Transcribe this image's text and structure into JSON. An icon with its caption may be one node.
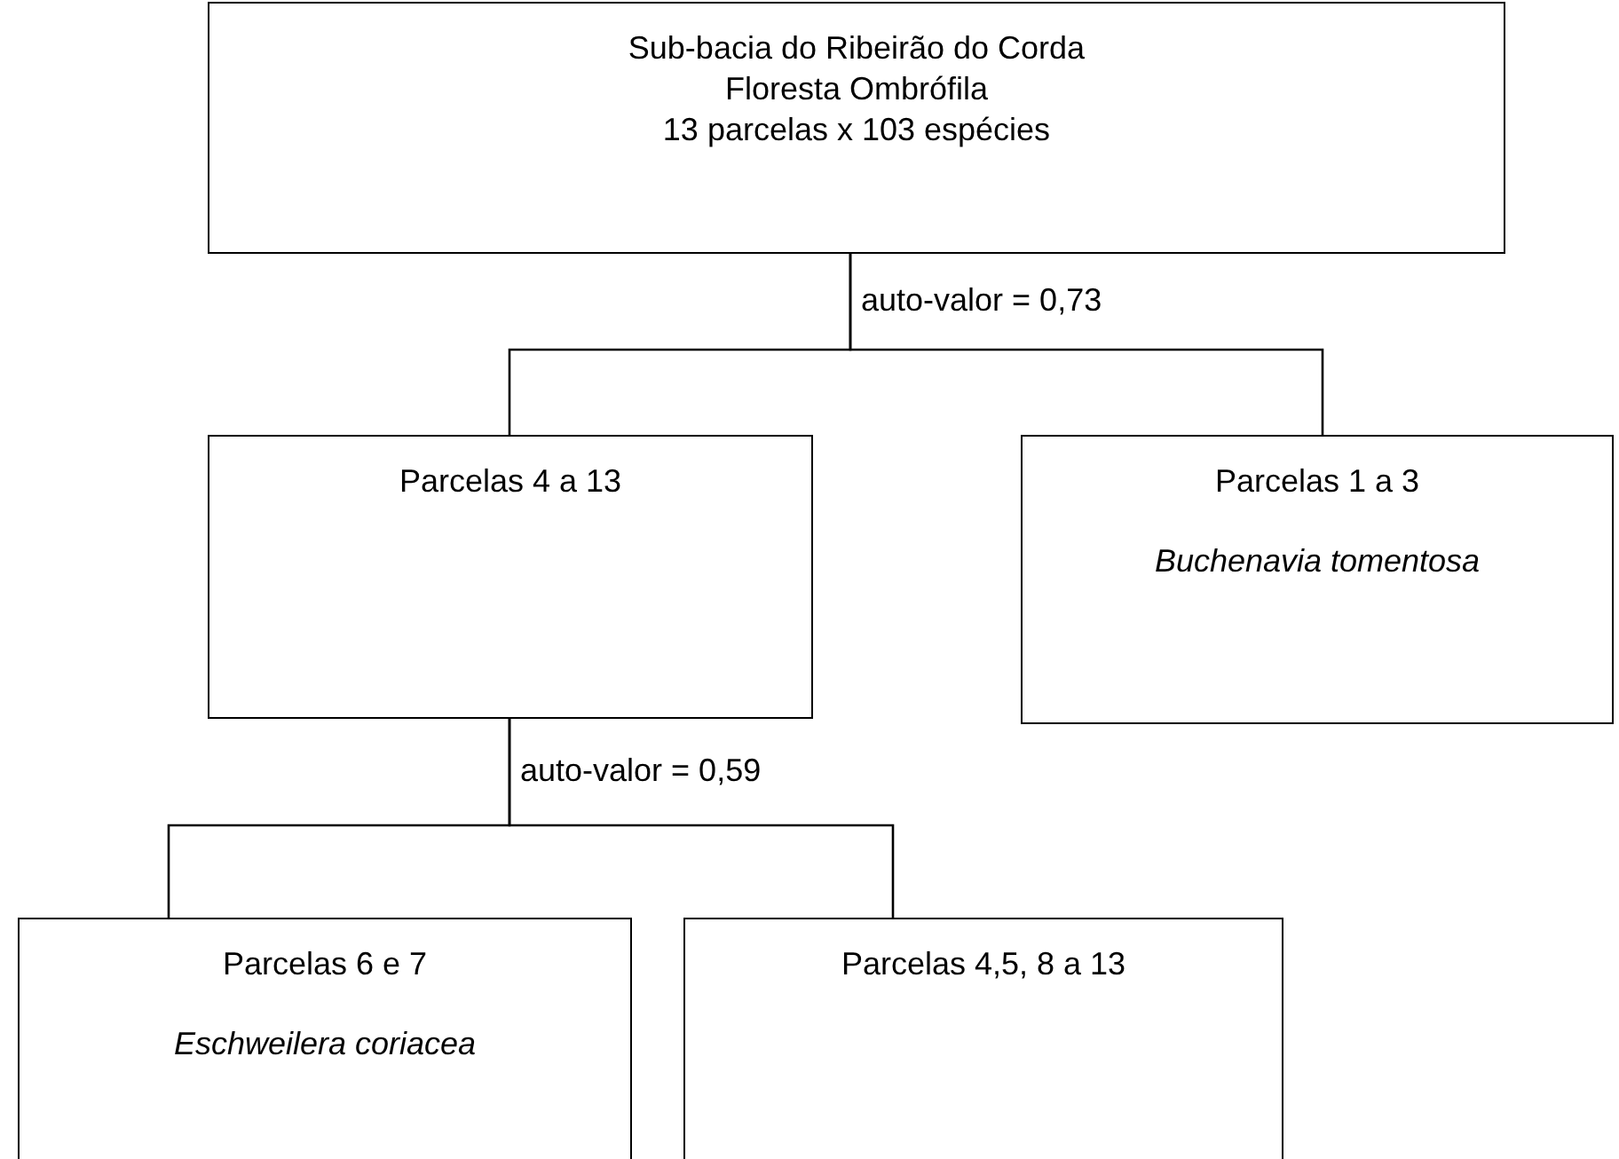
{
  "diagram": {
    "nodes": [
      {
        "text": [
          "Sub-bacia do Ribeirão do Corda",
          "Floresta Ombrófila",
          "13 parcelas x 103 espécies"
        ]
      },
      {
        "text": [
          "Parcelas 4 a 13"
        ]
      },
      {
        "text": [
          "Parcelas 1 a 3",
          "Buchenavia tomentosa"
        ]
      },
      {
        "text": [
          "Parcelas 6 e 7",
          "Eschweilera coriacea"
        ]
      },
      {
        "text": [
          "Parcelas 4,5, 8 a 13"
        ]
      }
    ],
    "edges": [
      {
        "from": 0,
        "to": 1,
        "arrow": "none",
        "label": "auto-valor = 0,73"
      },
      {
        "from": 0,
        "to": 2,
        "arrow": "none"
      },
      {
        "from": 1,
        "to": 3,
        "arrow": "none",
        "label": "auto-valor = 0,59"
      },
      {
        "from": 1,
        "to": 4,
        "arrow": "none"
      }
    ]
  }
}
